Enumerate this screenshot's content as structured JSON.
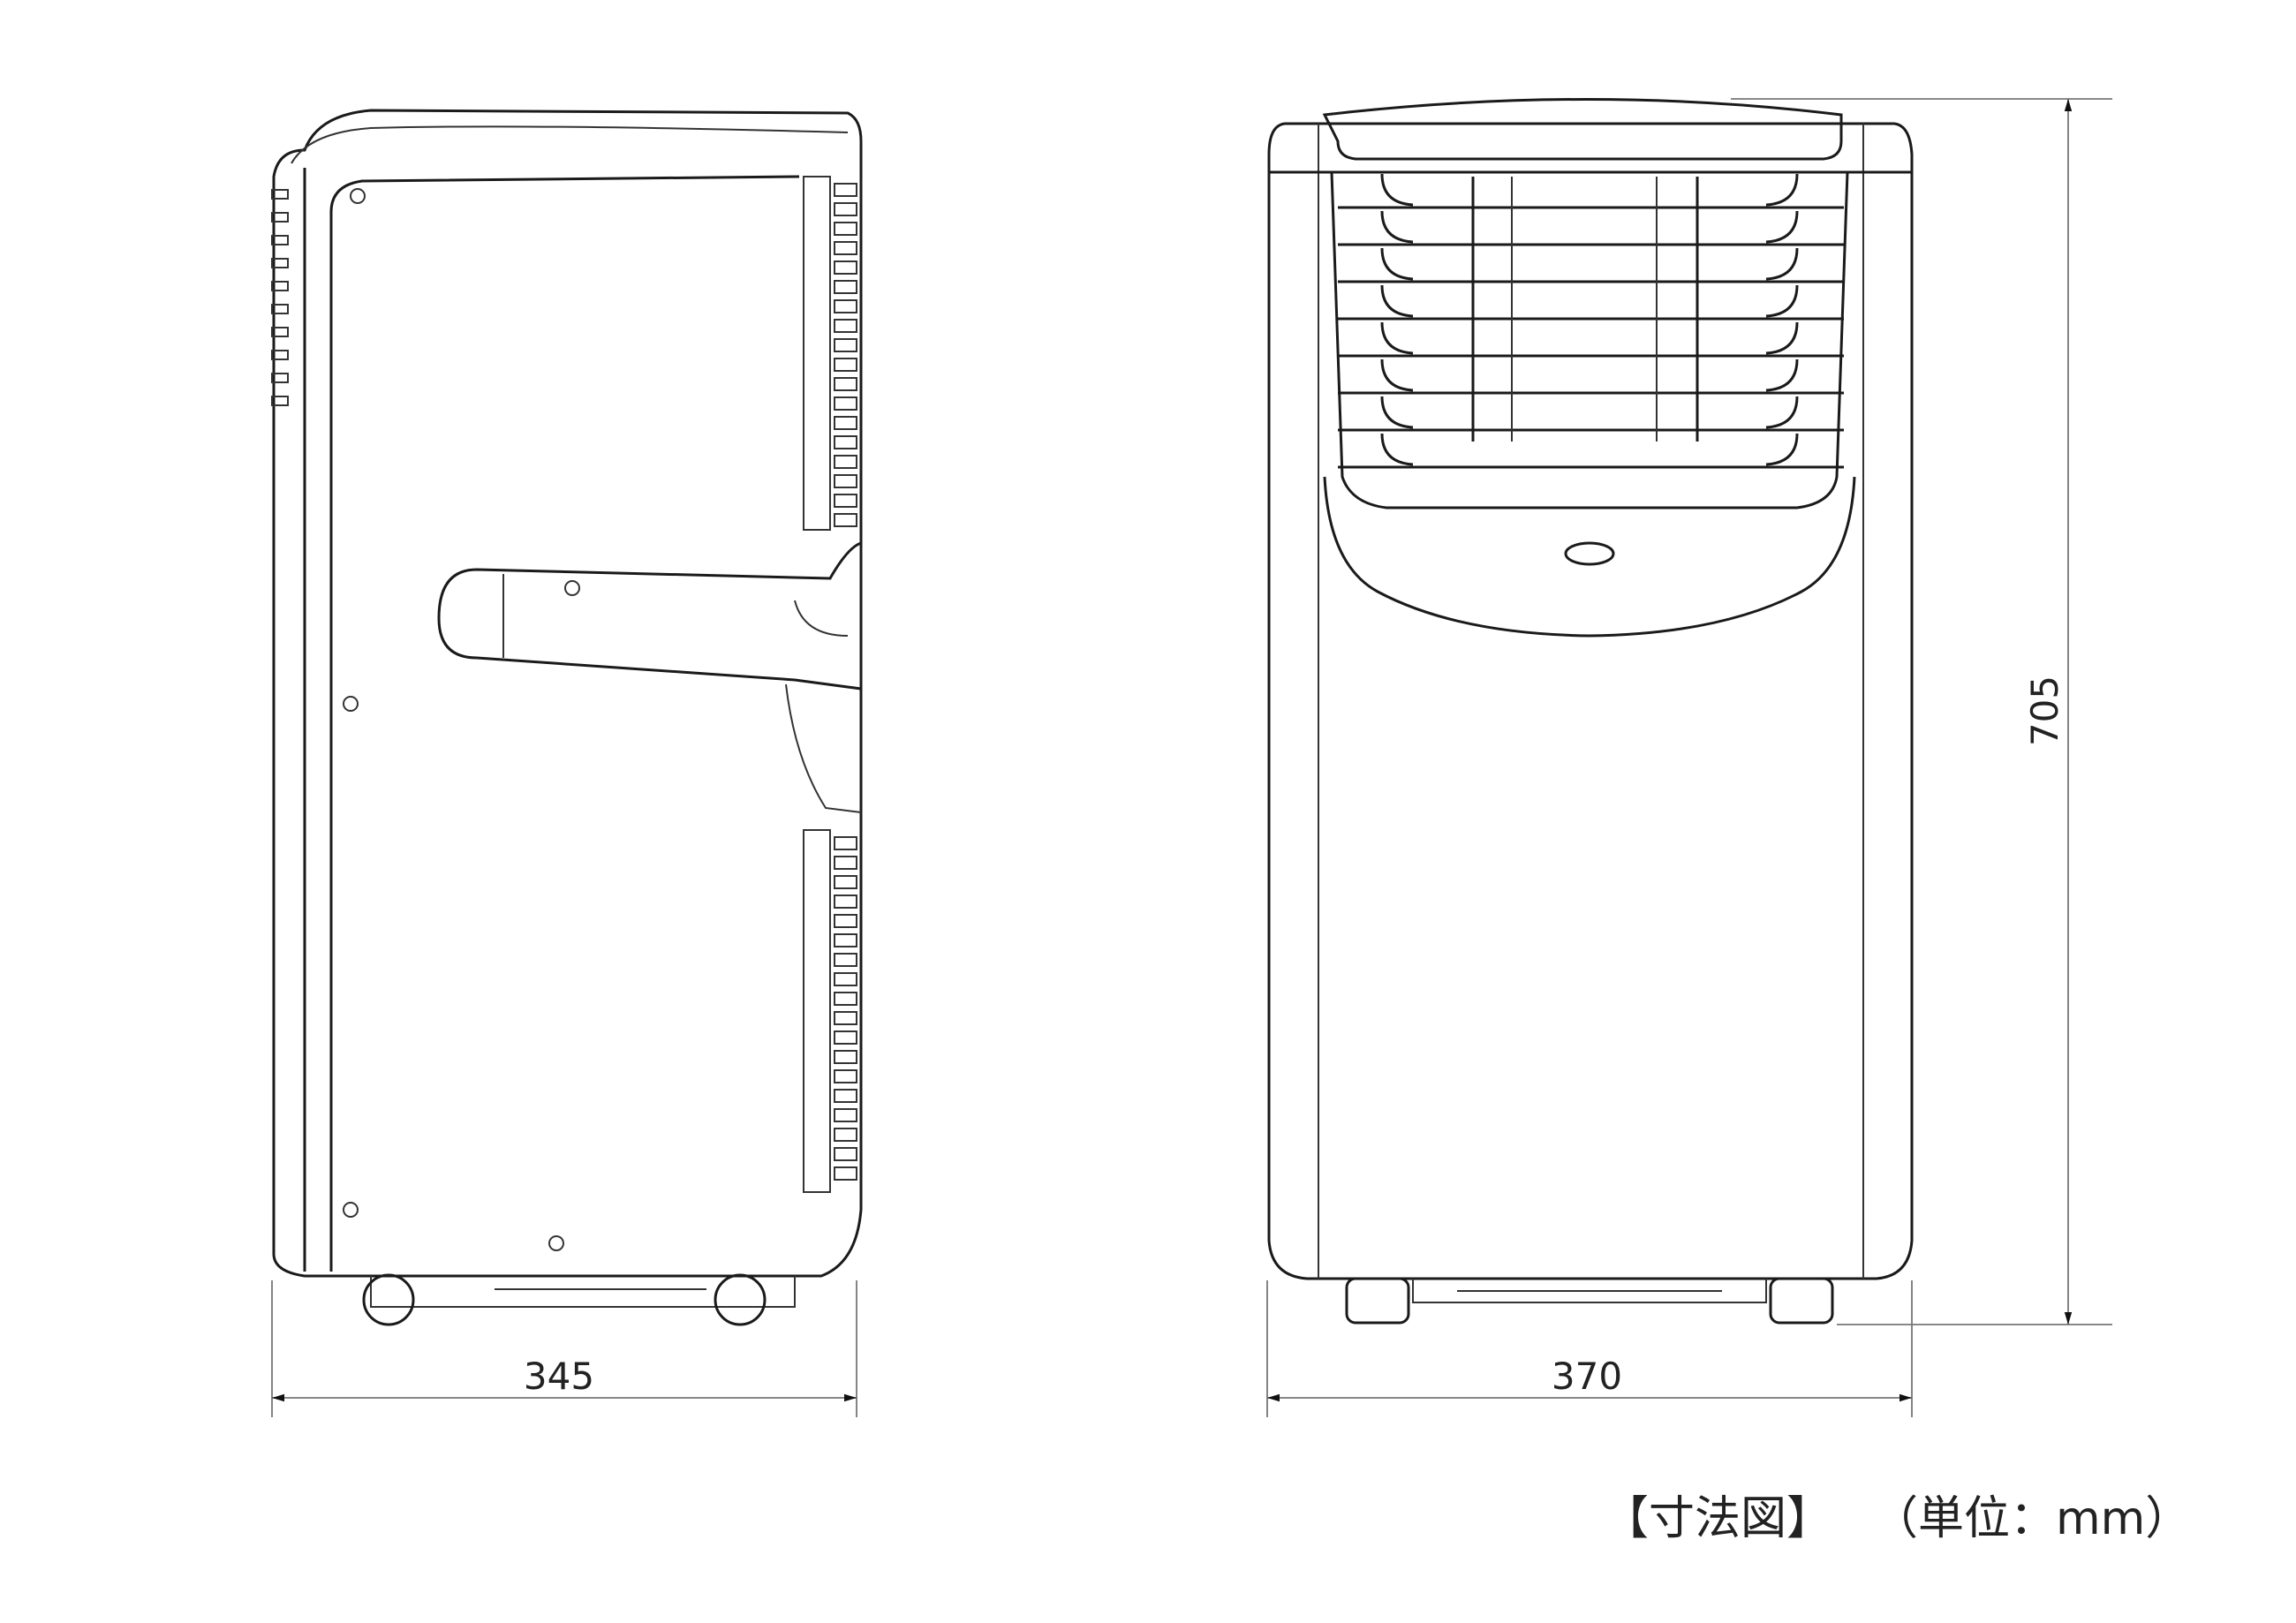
{
  "dimensions": {
    "depth": "345",
    "width": "370",
    "height": "705"
  },
  "caption": {
    "title": "【寸法図】",
    "unit": "（単位：mm）"
  },
  "colors": {
    "line": "#1a1a1a",
    "dimension_line": "#777777",
    "background": "#ffffff"
  }
}
